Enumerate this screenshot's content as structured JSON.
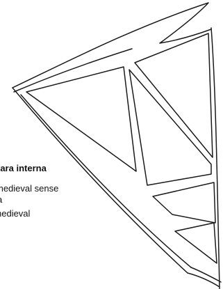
{
  "text": {
    "heading": "tara interna",
    "lines": [
      "medieval sense",
      "a",
      "nedieval"
    ]
  },
  "colors": {
    "ink": "#1a1a1a",
    "background": "#ffffff"
  }
}
